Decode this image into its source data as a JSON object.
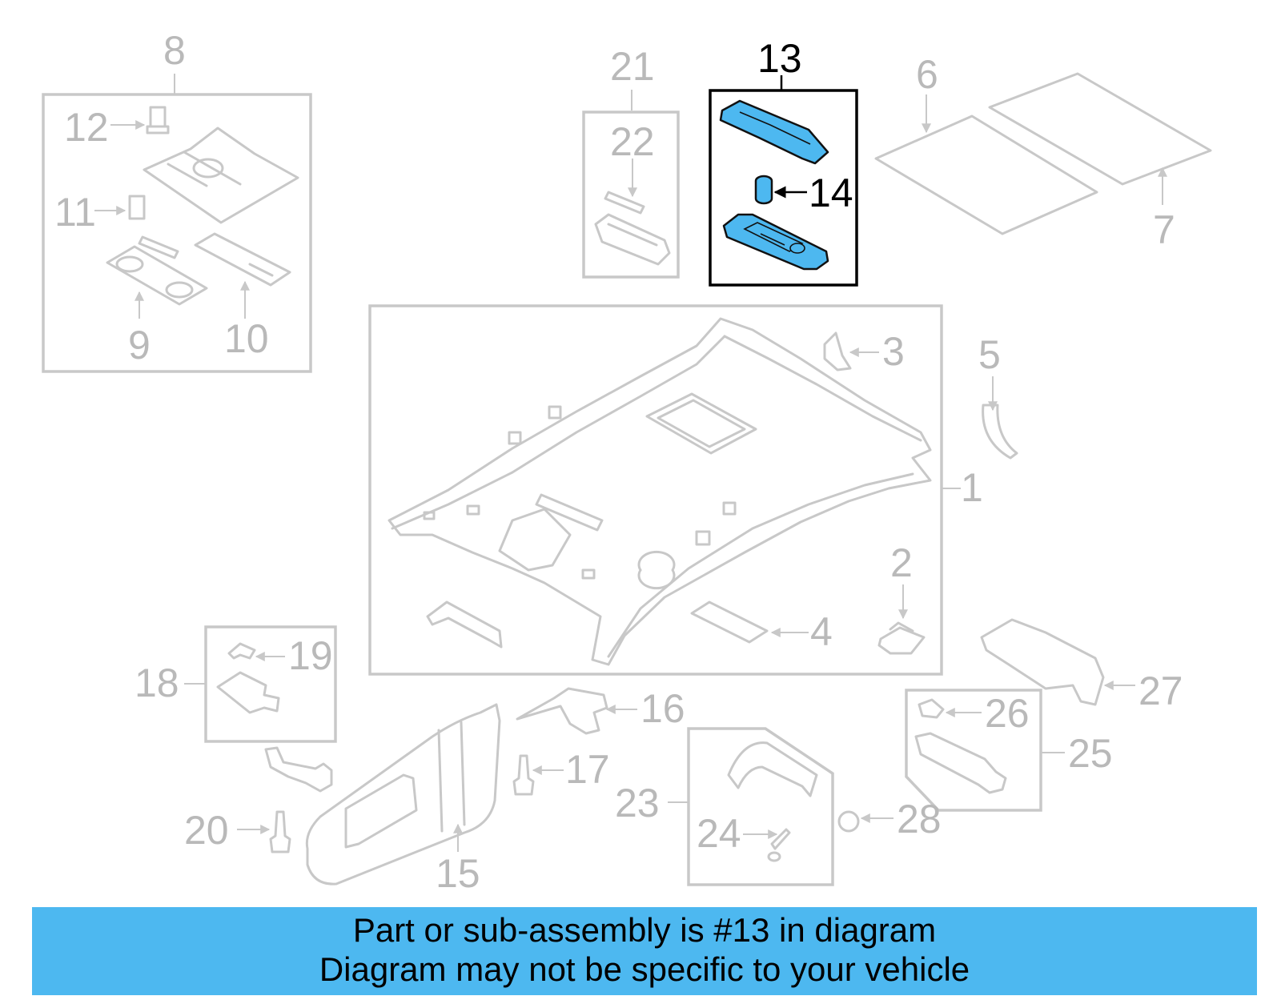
{
  "accent_color": "#4db8f0",
  "callouts": {
    "c1": "1",
    "c2": "2",
    "c3": "3",
    "c4": "4",
    "c5": "5",
    "c6": "6",
    "c7": "7",
    "c8": "8",
    "c9": "9",
    "c10": "10",
    "c11": "11",
    "c12": "12",
    "c13": "13",
    "c14": "14",
    "c15": "15",
    "c16": "16",
    "c17": "17",
    "c18": "18",
    "c19": "19",
    "c20": "20",
    "c21": "21",
    "c22": "22",
    "c23": "23",
    "c24": "24",
    "c25": "25",
    "c26": "26",
    "c27": "27",
    "c28": "28"
  },
  "highlighted_part": "13",
  "banner": {
    "line1": "Part or sub-assembly is #13 in diagram",
    "line2": "Diagram may not be specific to your vehicle"
  }
}
